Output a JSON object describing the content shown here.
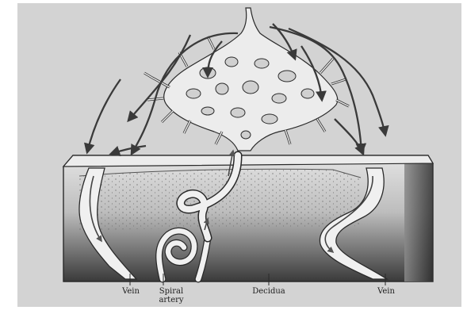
{
  "labels": {
    "vein_left": "Vein",
    "spiral_artery": "Spiral\nartery",
    "decidua": "Decidua",
    "vein_right": "Vein"
  },
  "colors": {
    "background": "#d4d4d4",
    "decidua_top": "#e2e2e2",
    "decidua_bottom": "#3a3a3a",
    "vessel_fill": "#f0f0f0",
    "villus_fill": "#ededed",
    "outline": "#2a2a2a",
    "arrow": "#3a3a3a"
  }
}
